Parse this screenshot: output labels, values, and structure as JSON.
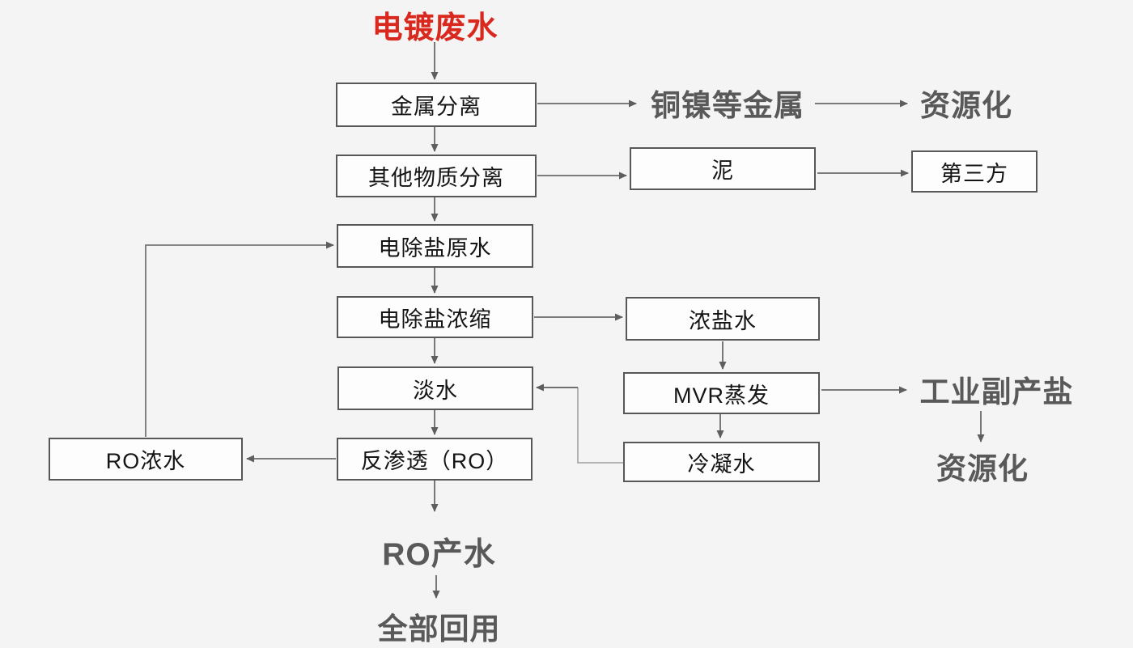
{
  "diagram": {
    "type": "flowchart",
    "nodes": {
      "source": {
        "label": "电镀废水"
      },
      "metal_separation": {
        "label": "金属分离"
      },
      "other_separation": {
        "label": "其他物质分离"
      },
      "edi_raw_water": {
        "label": "电除盐原水"
      },
      "edi_concentrate": {
        "label": "电除盐浓缩"
      },
      "fresh_water": {
        "label": "淡水"
      },
      "reverse_osmosis": {
        "label": "反渗透（RO）"
      },
      "ro_concentrate": {
        "label": "RO浓水"
      },
      "sludge": {
        "label": "泥"
      },
      "third_party": {
        "label": "第三方"
      },
      "brine": {
        "label": "浓盐水"
      },
      "mvr_evaporation": {
        "label": "MVR蒸发"
      },
      "condensate": {
        "label": "冷凝水"
      },
      "metals_output": {
        "label": "铜镍等金属"
      },
      "resource_top": {
        "label": "资源化"
      },
      "industrial_salt": {
        "label": "工业副产盐"
      },
      "resource_bottom": {
        "label": "资源化"
      },
      "ro_product": {
        "label": "RO产水"
      },
      "full_reuse": {
        "label": "全部回用"
      }
    },
    "edges": [
      "电镀废水→金属分离",
      "金属分离→铜镍等金属",
      "铜镍等金属→资源化",
      "金属分离→其他物质分离",
      "其他物质分离→泥",
      "泥→第三方",
      "其他物质分离→电除盐原水",
      "电除盐原水→电除盐浓缩",
      "电除盐浓缩→浓盐水",
      "电除盐浓缩→淡水",
      "浓盐水→MVR蒸发",
      "MVR蒸发→工业副产盐",
      "MVR蒸发→冷凝水",
      "工业副产盐→资源化",
      "冷凝水→淡水",
      "淡水→反渗透（RO）",
      "反渗透（RO）→RO浓水",
      "RO浓水→电除盐原水",
      "反渗透（RO）→RO产水",
      "RO产水→全部回用"
    ],
    "colors": {
      "background": "#f4f4f4",
      "box_fill": "#fdfdfd",
      "box_border": "#575757",
      "box_text": "#141414",
      "line": "#6a6a6a",
      "light_line": "#ababab",
      "accent_red": "#d9281e",
      "bold_label_gray": "#595959"
    }
  }
}
